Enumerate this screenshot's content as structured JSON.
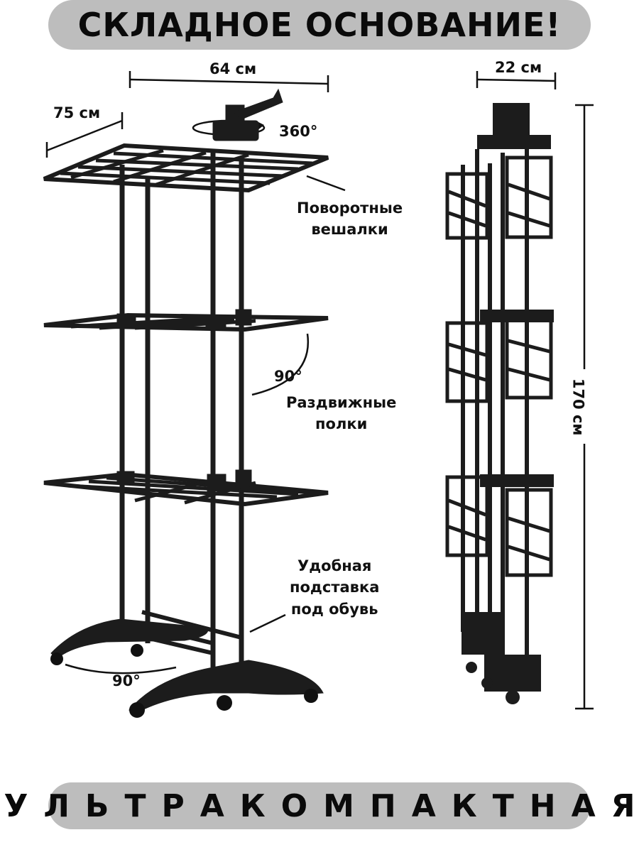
{
  "header": {
    "title": "СКЛАДНОЕ ОСНОВАНИЕ!"
  },
  "footer": {
    "title": "УЛЬТРАКОМПАКТНАЯ"
  },
  "dimensions": {
    "width": "64 см",
    "depth": "75 см",
    "folded_depth": "22 см",
    "height": "170 см"
  },
  "annotations": {
    "rotation": "360°",
    "shelf_angle": "90°",
    "base_angle": "90°",
    "hangers": [
      "Поворотные",
      "вешалки"
    ],
    "shelves": [
      "Раздвижные",
      "полки"
    ],
    "shoe_stand": [
      "Удобная",
      "подставка",
      "под обувь"
    ]
  },
  "colors": {
    "banner": "#bdbdbd",
    "frame": "#1c1c1c",
    "text": "#111111"
  }
}
